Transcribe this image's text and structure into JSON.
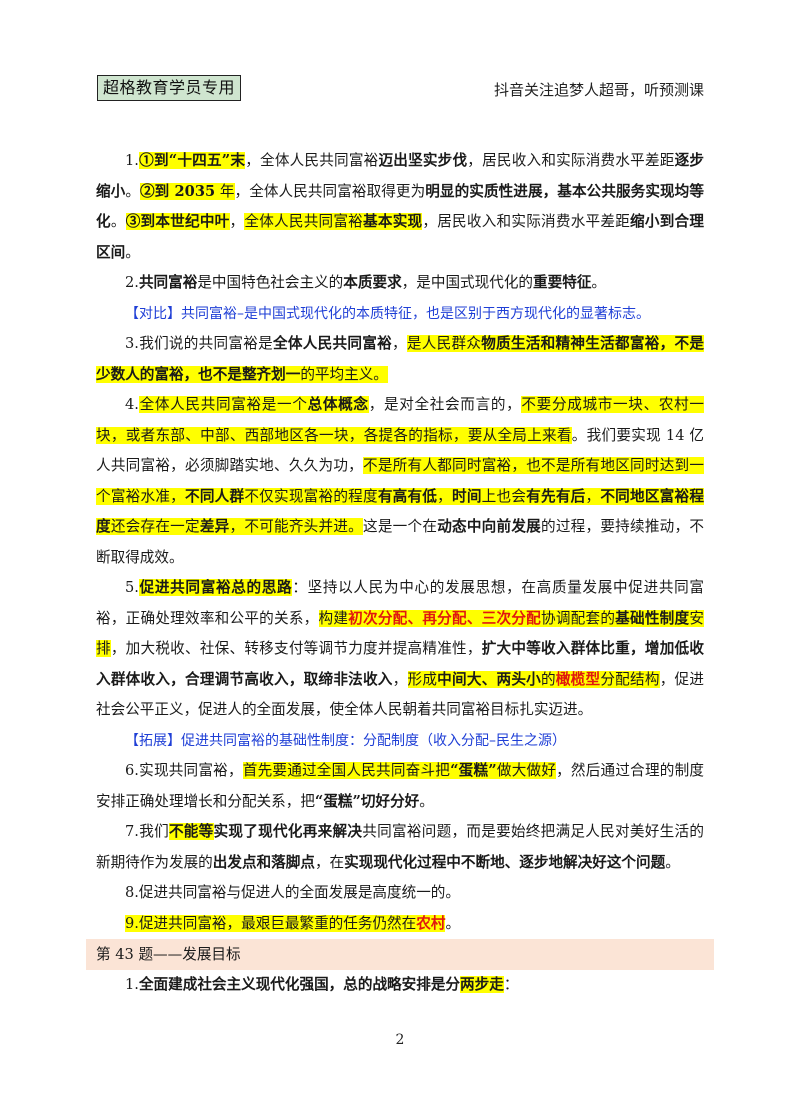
{
  "header": {
    "badge": "超格教育学员专用",
    "right_note": "抖音关注追梦人超哥，听预测课"
  },
  "items": {
    "i1": {
      "a1": "1.",
      "a2": "①到“十四五”末",
      "a3": "，全体人民共同富裕",
      "a4": "迈出坚实步伐",
      "a5": "，居民收入和实际消费水平差距",
      "a6": "逐步缩小",
      "a7": "。",
      "a8": "②到 2035",
      "a9": " 年",
      "a10": "，全体人民共同富裕取得更为",
      "a11": "明显的实质性进展，基本公共服务实现均等化",
      "a12": "。",
      "a13": "③到本世纪中叶",
      "a14": "，",
      "a15": "全体人民共同富裕",
      "a16": "基本实现",
      "a17": "，居民收入和实际消费水平差距",
      "a18": "缩小到合理区间",
      "a19": "。"
    },
    "i2": {
      "a1": "2.",
      "a2": "共同富裕",
      "a3": "是中国特色社会主义的",
      "a4": "本质要求",
      "a5": "，是中国式现代化的",
      "a6": "重要特征",
      "a7": "。"
    },
    "compare": "【对比】共同富裕–是中国式现代化的本质特征，也是区别于西方现代化的显著标志。",
    "i3": {
      "a1": "3.我们说的共同富裕是",
      "a2": "全体人民共同富裕",
      "a3": "，",
      "a4": "是人民群众",
      "a5": "物质生活和精神生活都富裕，不是少数人的富裕，也不是整齐划一",
      "a6": "的平均主义。"
    },
    "i4": {
      "a1": "4.",
      "a2": "全体人民共同富裕是一个",
      "a3": "总体概念",
      "a4": "，是对全社会而言的，",
      "a5": "不要分成城市一块、农村一块，或者东部、中部、西部地区各一块，各提各的指标，要从全局上来看",
      "a6": "。我们要实现 14 亿人共同富裕，必须脚踏实地、久久为功，",
      "a7": "不是所有人都同时富裕，也不是所有地区同时达到一个富裕水准，",
      "a8": "不同人群",
      "a9": "不仅实现富裕的程度",
      "a10": "有高有低",
      "a11": "，",
      "a12": "时间",
      "a13": "上也会",
      "a14": "有先有后",
      "a15": "，",
      "a16": "不同地区富裕程度",
      "a17": "还会存在一定",
      "a18": "差异",
      "a19": "，不可能齐头并进。",
      "a20": "这是一个在",
      "a21": "动态中向前发展",
      "a22": "的过程，要持续推动，不断取得成效。"
    },
    "i5": {
      "a1": "5.",
      "a2": "促进共同富裕总的思路",
      "a3": "：坚持以人民为中心的发展思想，在高质量发展中促进共同富裕，正确处理效率和公平的关系，",
      "a4": "构建",
      "a5": "初次分配、再分配、三次分配",
      "a6": "协调配套的",
      "a7": "基础性制度",
      "a8": "安排",
      "a9": "，加大税收、社保、转移支付等调节力度并提高精准性，",
      "a10": "扩大中等收入群体比重，增加低收入群体收入，合理调节高收入，取缔非法收入",
      "a11": "，",
      "a12": "形成",
      "a13": "中间大、两头小",
      "a14": "的",
      "a15": "橄榄型",
      "a16": "分配结构",
      "a17": "，促进社会公平正义，促进人的全面发展，使全体人民朝着共同富裕目标扎实迈进。"
    },
    "expand": "【拓展】促进共同富裕的基础性制度：分配制度（收入分配–民生之源）",
    "i6": {
      "a1": "6.实现共同富裕，",
      "a2": "首先要通过全国人民共同奋斗把",
      "a3": "“蛋糕”",
      "a4": "做大做好",
      "a5": "，然后通过合理的制度安排正确处理增长和分配关系，把",
      "a6": "“蛋糕”切好分好",
      "a7": "。"
    },
    "i7": {
      "a1": "7.我们",
      "a2": "不能等",
      "a3": "实现了现代化再来解决",
      "a4": "共同富裕问题，而是要始终把满足人民对美好生活的新期待作为发展的",
      "a5": "出发点和落脚点",
      "a6": "，在",
      "a7": "实现现代化过程中不断地、逐步地解决好这个问题",
      "a8": "。"
    },
    "i8": "8.促进共同富裕与促进人的全面发展是高度统一的。",
    "i9": {
      "a1": "9.",
      "a2": "促进共同富裕，最艰巨最繁重的任务仍然在",
      "a3": "农村",
      "a4": "。"
    }
  },
  "section": {
    "title": "第 43 题——发展目标",
    "s1": {
      "a1": "1.",
      "a2": "全面建成社会主义现代化强国，总的战略安排是分",
      "a3": "两步走",
      "a4": "："
    }
  },
  "footer": {
    "page_number": "2"
  },
  "colors": {
    "highlight": "#ffff00",
    "emphasis_red": "#e0170f",
    "note_blue": "#1f3fd6",
    "section_bg": "#fbe4d6",
    "badge_bg": "#cfe5cf"
  }
}
